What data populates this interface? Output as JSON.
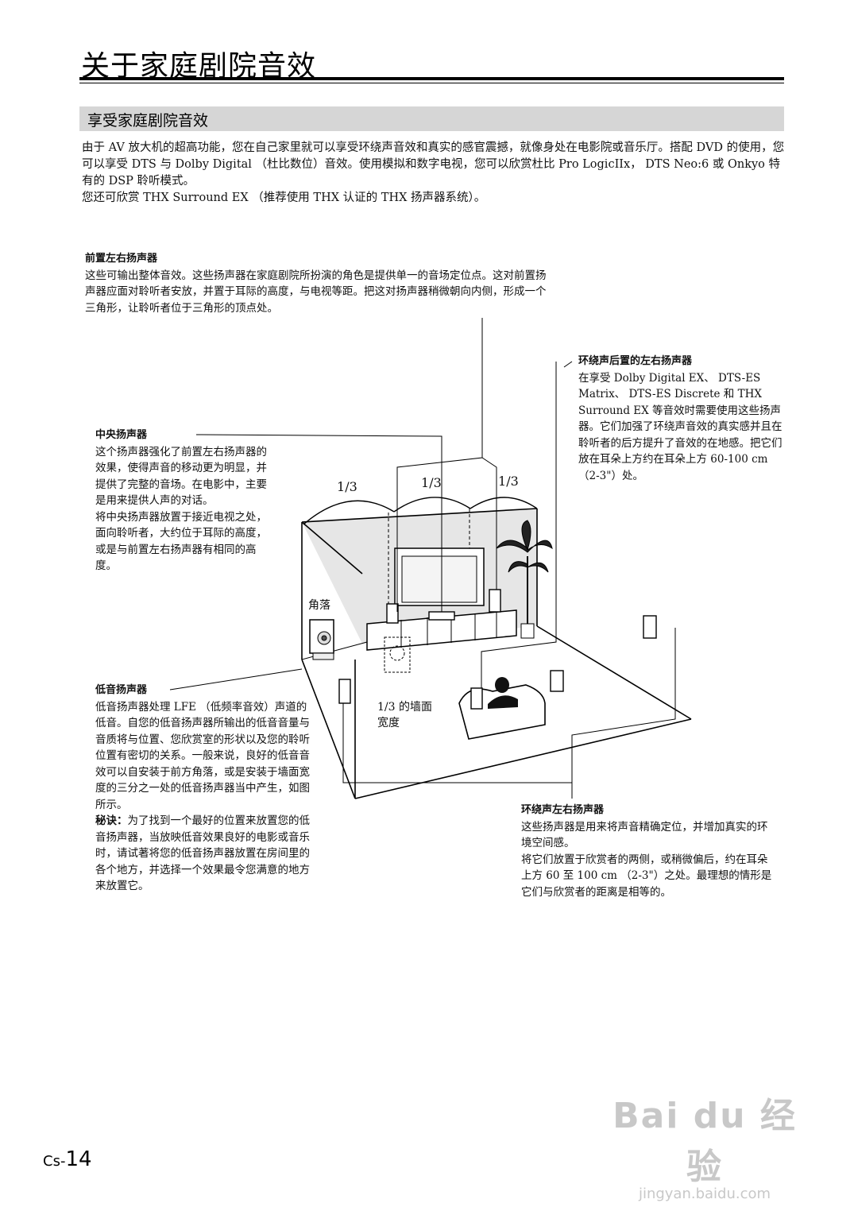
{
  "page": {
    "title": "关于家庭剧院音效",
    "section_title": "享受家庭剧院音效",
    "page_prefix": "Cs-",
    "page_number": "14"
  },
  "intro": [
    "由于 AV 放大机的超高功能，您在自己家里就可以享受环绕声音效和真实的感官震撼，就像身处在电影院或音乐厅。搭配 DVD 的使用，您可以享受 DTS 与 Dolby Digital （杜比数位）音效。使用模拟和数字电视，您可以欣赏杜比 Pro LogicIIx， DTS Neo:6 或 Onkyo 特有的 DSP 聆听模式。",
    "您还可欣赏 THX Surround EX （推荐使用 THX 认证的 THX 扬声器系统）。"
  ],
  "front": {
    "heading": "前置左右扬声器",
    "body": "这些可输出整体音效。这些扬声器在家庭剧院所扮演的角色是提供单一的音场定位点。这对前置扬声器应面对聆听者安放，并置于耳际的高度，与电视等距。把这对扬声器稍微朝向内侧，形成一个三角形，让聆听者位于三角形的顶点处。"
  },
  "center": {
    "heading": "中央扬声器",
    "body1": "这个扬声器强化了前置左右扬声器的效果，使得声音的移动更为明显，并提供了完整的音场。在电影中，主要是用来提供人声的对话。",
    "body2": "将中央扬声器放置于接近电视之处，面向聆听者，大约位于耳际的高度，或是与前置左右扬声器有相同的高度。"
  },
  "surround_back": {
    "heading": "环绕声后置的左右扬声器",
    "body": "在享受 Dolby Digital EX、 DTS-ES Matrix、 DTS-ES Discrete 和 THX Surround EX 等音效时需要使用这些扬声器。它们加强了环绕声音效的真实感并且在聆听者的后方提升了音效的在地感。把它们放在耳朵上方约在耳朵上方 60-100 cm （2-3\"）处。"
  },
  "subwoofer": {
    "heading": "低音扬声器",
    "body": "低音扬声器处理 LFE （低频率音效）声道的低音。自您的低音扬声器所输出的低音音量与音质将与位置、您欣赏室的形状以及您的聆听位置有密切的关系。一般来说，良好的低音音效可以自安装于前方角落，或是安装于墙面宽度的三分之一处的低音扬声器当中产生，如图所示。",
    "tip_label": "秘诀：",
    "tip_body": "为了找到一个最好的位置来放置您的低音扬声器，当放映低音效果良好的电影或音乐时，请试著将您的低音扬声器放置在房间里的各个地方，并选择一个效果最令您满意的地方来放置它。"
  },
  "surround": {
    "heading": "环绕声左右扬声器",
    "body1": "这些扬声器是用来将声音精确定位，并增加真实的环境空间感。",
    "body2": "将它们放置于欣赏者的两侧，或稍微偏后，约在耳朵上方 60 至 100 cm （2-3\"）之处。最理想的情形是它们与欣赏者的距离是相等的。"
  },
  "diagram": {
    "corner_label": "角落",
    "third_wall_label": "1/3 的墙面宽度",
    "third_mark_num": "1",
    "third_mark_den": "3"
  },
  "watermark": {
    "logo": "Bai du 经验",
    "url": "jingyan.baidu.com"
  }
}
